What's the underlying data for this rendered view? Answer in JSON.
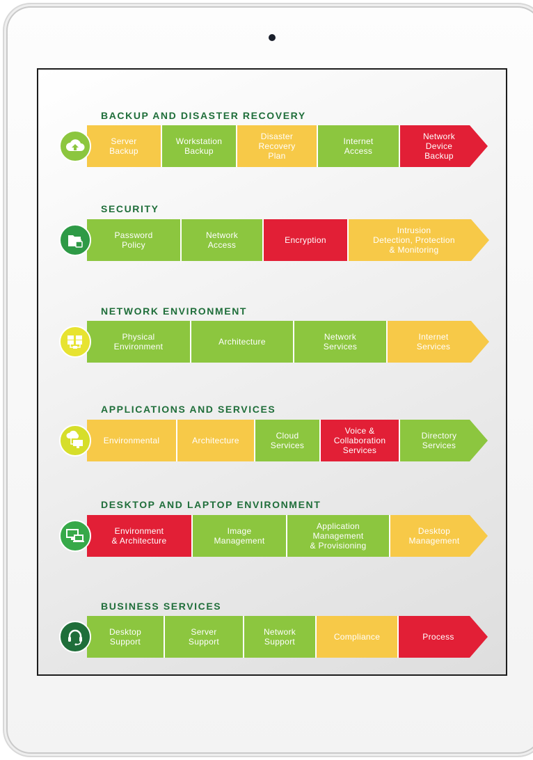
{
  "sections": [
    {
      "title": "BACKUP AND DISASTER RECOVERY",
      "icon": "cloud-upload-icon",
      "icon_color": "#8cc63f",
      "segments": [
        {
          "label": "Server\nBackup",
          "status": "yellow"
        },
        {
          "label": "Workstation\nBackup",
          "status": "green"
        },
        {
          "label": "Disaster\nRecovery\nPlan",
          "status": "yellow"
        },
        {
          "label": "Internet\nAccess",
          "status": "green"
        },
        {
          "label": "Network\nDevice\nBackup",
          "status": "red"
        }
      ]
    },
    {
      "title": "SECURITY",
      "icon": "folder-lock-icon",
      "icon_color": "#2e9a46",
      "segments": [
        {
          "label": "Password\nPolicy",
          "status": "green"
        },
        {
          "label": "Network\nAccess",
          "status": "green"
        },
        {
          "label": "Encryption",
          "status": "red"
        },
        {
          "label": "Intrusion\nDetection, Protection\n& Monitoring",
          "status": "yellow"
        }
      ]
    },
    {
      "title": "NETWORK ENVIRONMENT",
      "icon": "server-network-icon",
      "icon_color": "#e7e331",
      "segments": [
        {
          "label": "Physical\nEnvironment",
          "status": "green"
        },
        {
          "label": "Architecture",
          "status": "green"
        },
        {
          "label": "Network\nServices",
          "status": "green"
        },
        {
          "label": "Internet\nServices",
          "status": "yellow"
        }
      ]
    },
    {
      "title": "APPLICATIONS AND SERVICES",
      "icon": "cloud-monitor-icon",
      "icon_color": "#d6de2a",
      "segments": [
        {
          "label": "Environmental",
          "status": "yellow"
        },
        {
          "label": "Architecture",
          "status": "yellow"
        },
        {
          "label": "Cloud\nServices",
          "status": "green"
        },
        {
          "label": "Voice &\nCollaboration\nServices",
          "status": "red"
        },
        {
          "label": "Directory\nServices",
          "status": "green"
        }
      ]
    },
    {
      "title": "DESKTOP AND LAPTOP ENVIRONMENT",
      "icon": "desktop-laptop-icon",
      "icon_color": "#37a949",
      "segments": [
        {
          "label": "Environment\n& Architecture",
          "status": "red"
        },
        {
          "label": "Image\nManagement",
          "status": "green"
        },
        {
          "label": "Application\nManagement\n& Provisioning",
          "status": "green"
        },
        {
          "label": "Desktop\nManagement",
          "status": "yellow"
        }
      ]
    },
    {
      "title": "BUSINESS SERVICES",
      "icon": "headset-icon",
      "icon_color": "#1f6e3a",
      "segments": [
        {
          "label": "Desktop\nSupport",
          "status": "green"
        },
        {
          "label": "Server\nSupport",
          "status": "green"
        },
        {
          "label": "Network\nSupport",
          "status": "green"
        },
        {
          "label": "Compliance",
          "status": "yellow"
        },
        {
          "label": "Process",
          "status": "red"
        }
      ]
    }
  ],
  "status_colors": {
    "green": "#8cc63f",
    "yellow": "#f7c948",
    "red": "#e21f36"
  }
}
